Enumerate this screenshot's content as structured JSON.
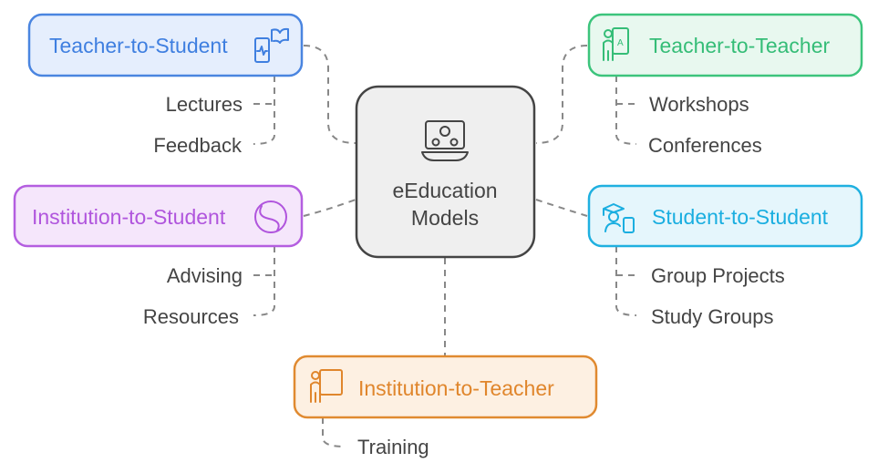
{
  "center": {
    "line1": "eEducation",
    "line2": "Models",
    "icon": "laptop-network-icon"
  },
  "nodes": {
    "teacher_to_student": {
      "label": "Teacher-to-Student",
      "icon": "phone-book-icon",
      "color": "#3f7fe0",
      "children": [
        "Lectures",
        "Feedback"
      ]
    },
    "teacher_to_teacher": {
      "label": "Teacher-to-Teacher",
      "icon": "teacher-board-icon",
      "color": "#35bd77",
      "children": [
        "Workshops",
        "Conferences"
      ]
    },
    "institution_to_student": {
      "label": "Institution-to-Student",
      "icon": "swirl-icon",
      "color": "#b055dd",
      "children": [
        "Advising",
        "Resources"
      ]
    },
    "student_to_student": {
      "label": "Student-to-Student",
      "icon": "graduate-phone-icon",
      "color": "#1aaee0",
      "children": [
        "Group Projects",
        "Study Groups"
      ]
    },
    "institution_to_teacher": {
      "label": "Institution-to-Teacher",
      "icon": "teacher-board-icon",
      "color": "#e0862c",
      "children": [
        "Training"
      ]
    }
  }
}
